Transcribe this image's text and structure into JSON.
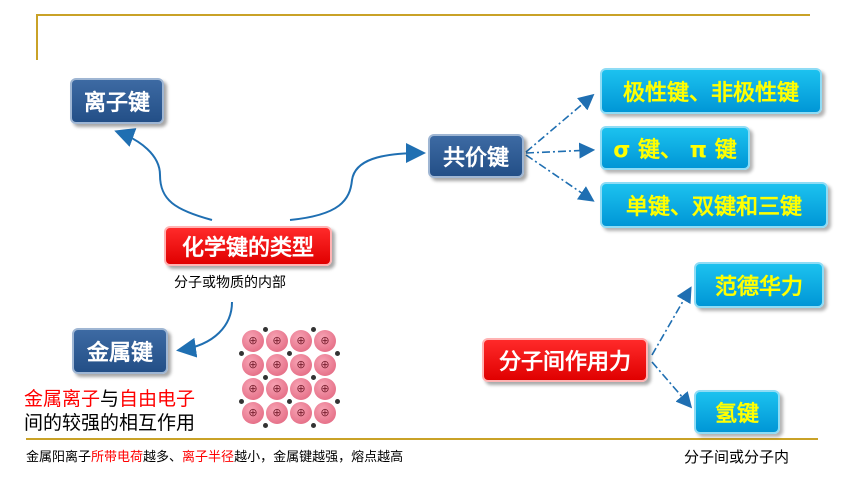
{
  "center": {
    "title": "化学键的类型",
    "subtitle": "分子或物质的内部"
  },
  "ionic": {
    "label": "离子键"
  },
  "covalent": {
    "label": "共价键",
    "children": [
      "极性键、非极性键",
      "σ 键、 π 键",
      "单键、双键和三键"
    ]
  },
  "metallic": {
    "label": "金属键",
    "desc_line1": {
      "a": "金属离子",
      "b": "与",
      "c": "自由电子"
    },
    "desc_line2": "间的较强的相互作用",
    "note": {
      "p1": "金属阳离子",
      "p2": "所带电荷",
      "p3": "越多、",
      "p4": "离子半径",
      "p5": "越小，金属键越强，熔点越高"
    },
    "lattice_ion_symbol": "⊕"
  },
  "intermolecular": {
    "label": "分子间作用力",
    "children": [
      "范德华力",
      "氢键"
    ],
    "hbond_note": "分子间或分子内"
  },
  "colors": {
    "navy": "#2a5a95",
    "cyan": "#10b4e8",
    "red": "#ee0000",
    "accent_rule": "#c9a227",
    "connector": "#1f6fb2"
  }
}
